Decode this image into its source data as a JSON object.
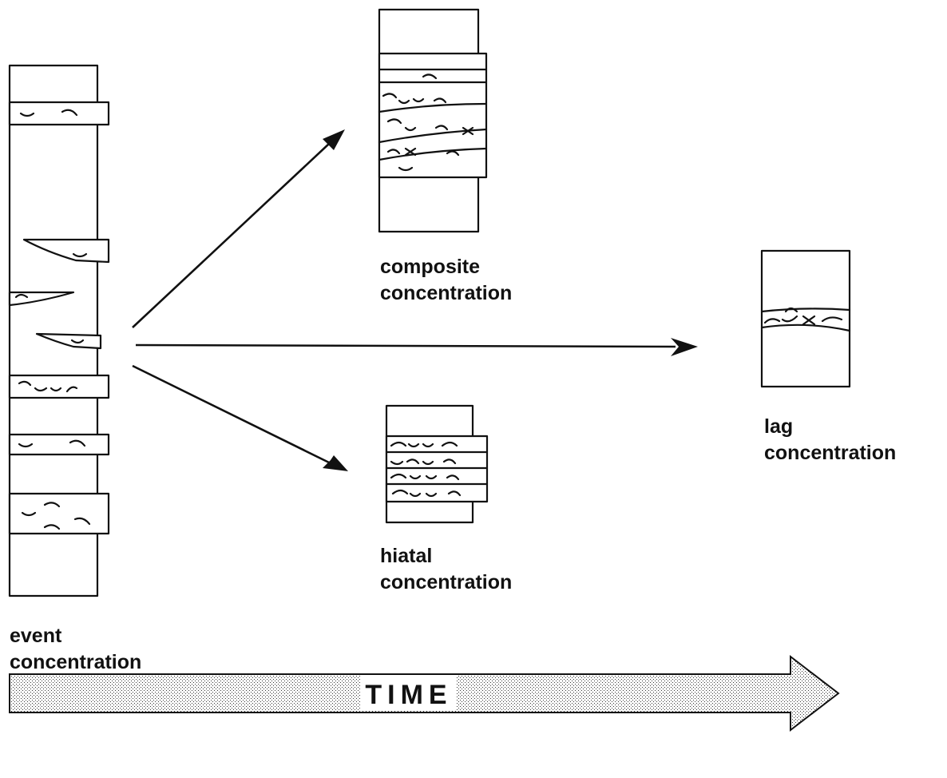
{
  "labels": {
    "event": [
      "event",
      "concentration"
    ],
    "composite": [
      "composite",
      "concentration"
    ],
    "lag": [
      "lag",
      "concentration"
    ],
    "hiatal": [
      "hiatal",
      "concentration"
    ]
  },
  "time_arrow": {
    "label": "TIME"
  },
  "colors": {
    "ink": "#111111",
    "background": "#ffffff",
    "arrow_fill": "#c8c8c8"
  }
}
